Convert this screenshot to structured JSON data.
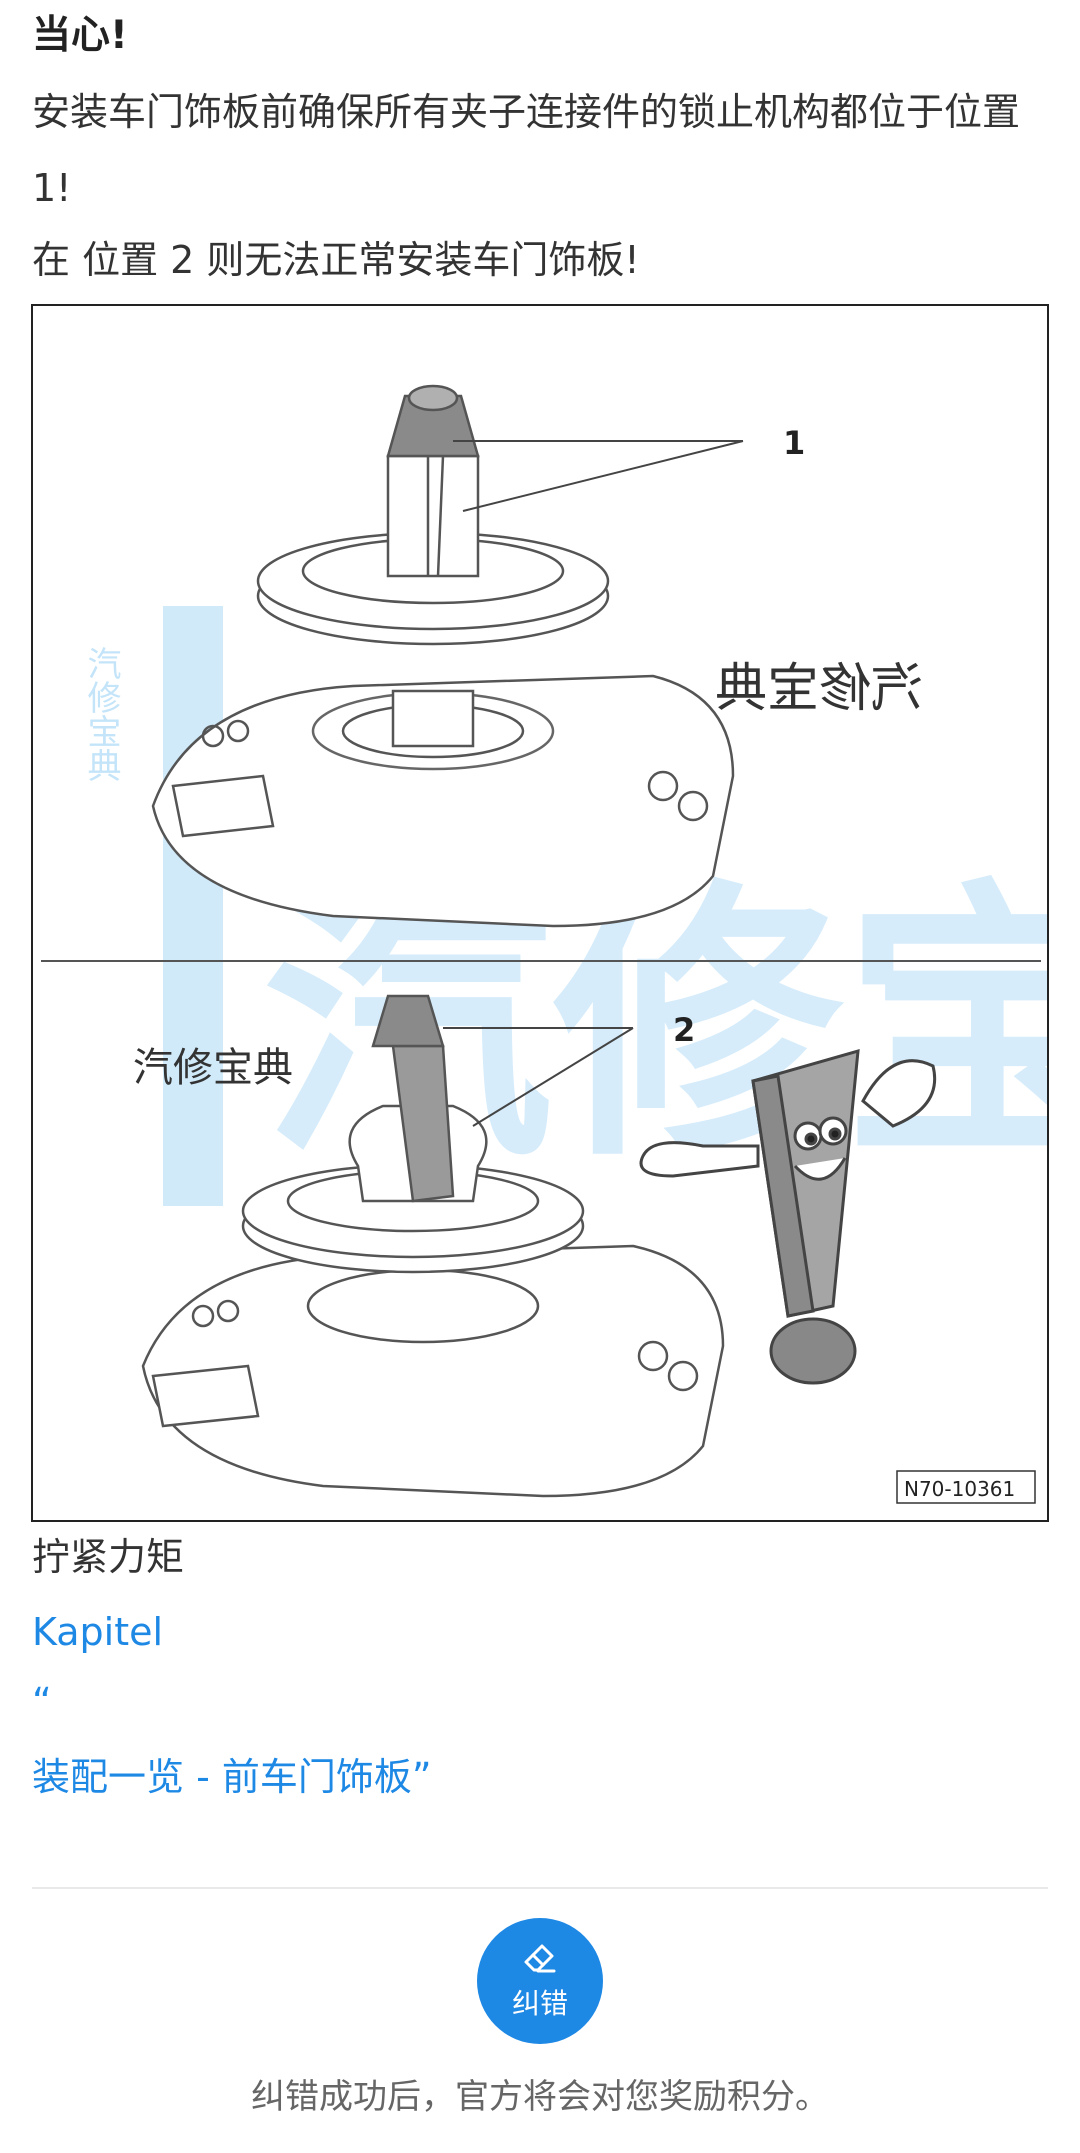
{
  "caution": {
    "title": "当心!",
    "line1": "安装车门饰板前确保所有夹子连接件的锁止机构都位于位置 1!",
    "line2": "在 位置 2 则无法正常安装车门饰板!"
  },
  "figure": {
    "label_1": "1",
    "label_2": "2",
    "watermark_big": "汽修宝典",
    "watermark_small_mirrored": "汽修宝典",
    "watermark_small": "汽修宝典",
    "watermark_vertical": "汽修宝典",
    "code": "N70-10361"
  },
  "links": {
    "torque": "拧紧力矩",
    "kapitel": "Kapitel",
    "quote_open": "“",
    "assembly": "装配一览 - 前车门饰板”"
  },
  "feedback": {
    "button_label": "纠错",
    "reward_text": "纠错成功后，官方将会对您奖励积分。"
  },
  "colors": {
    "accent": "#1e88e5",
    "watermark": "#5ab4ee"
  }
}
